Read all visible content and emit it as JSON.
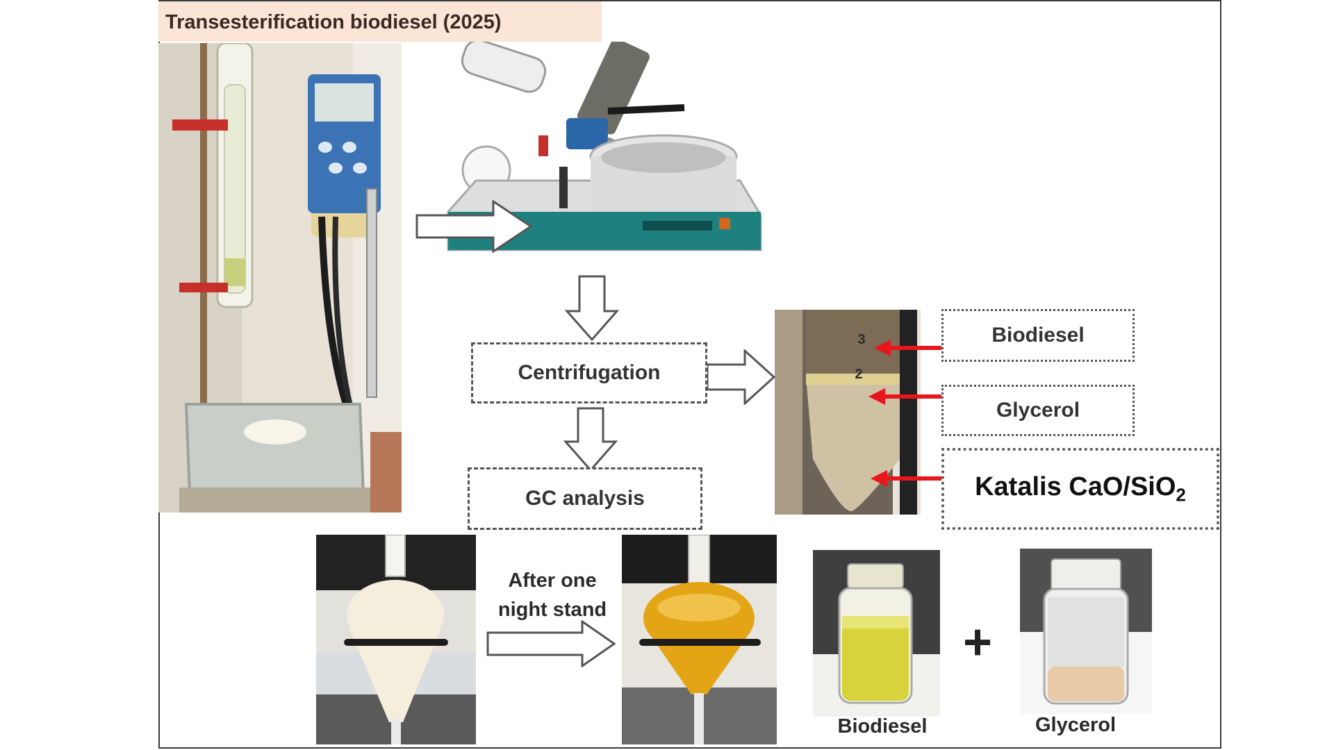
{
  "title": "Transesterification biodiesel (2025)",
  "colors": {
    "title_bg": "#fbe5d6",
    "marker_arrow": "#e8151b",
    "box_border": "#555555"
  },
  "boxes": {
    "centrifugation": "Centrifugation",
    "gc_analysis": "GC analysis",
    "biodiesel_layer": "Biodiesel",
    "glycerol_layer": "Glycerol",
    "catalyst_base": "Katalis CaO/SiO",
    "catalyst_subscript": "2"
  },
  "tube_marks": {
    "upper": "3",
    "lower": "2"
  },
  "step_label": {
    "line1": "After one",
    "line2": "night stand"
  },
  "product_labels": {
    "plus": "+",
    "biodiesel": "Biodiesel",
    "glycerol": "Glycerol"
  },
  "icons": [
    "block-arrow-right",
    "block-arrow-down",
    "red-pointer-arrow",
    "plus-sign"
  ]
}
